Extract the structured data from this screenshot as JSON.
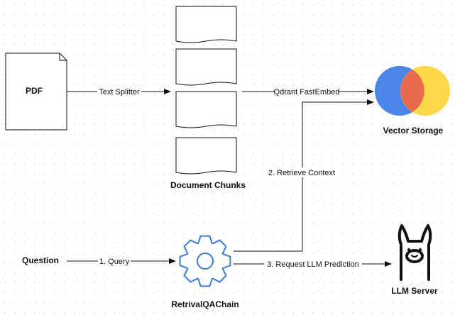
{
  "nodes": {
    "pdf": "PDF",
    "chunks": "Document Chunks",
    "vector": "Vector Storage",
    "question": "Question",
    "chain": "RetrivalQAChain",
    "llm": "LLM Server"
  },
  "edges": {
    "splitter": "Text Splitter",
    "embed": "Qdrant FastEmbed",
    "retrieve": "2. Retrieve Context",
    "query": "1. Query",
    "request": "3. Request LLM Prediction"
  },
  "colors": {
    "gear": "#3d7bd9",
    "blue": "#4a86e8",
    "red": "#ea6a4e",
    "yellow": "#fbd74a"
  }
}
